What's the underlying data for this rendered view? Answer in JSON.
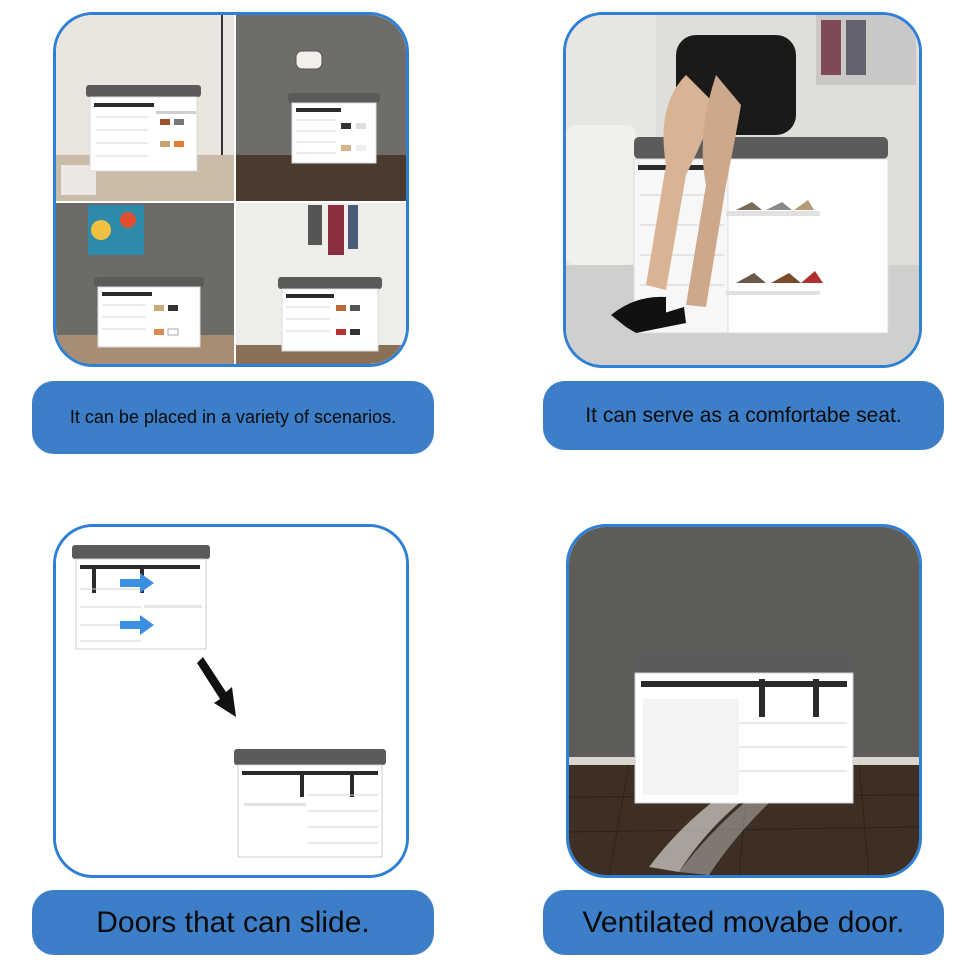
{
  "panels": [
    {
      "caption": "It can be placed in a variety of scenarios."
    },
    {
      "caption": "It can serve as a comfortabe seat."
    },
    {
      "caption": "Doors that can slide."
    },
    {
      "caption": "Ventilated movabe door."
    }
  ],
  "colors": {
    "border": "#2f7fd4",
    "caption_bg": "#3d7ec8",
    "caption_text": "#0b0b0b",
    "cushion": "#5b5b5b",
    "cabinet": "#ffffff",
    "rail": "#2a2a2a",
    "arrow": "#3a8fe0"
  }
}
